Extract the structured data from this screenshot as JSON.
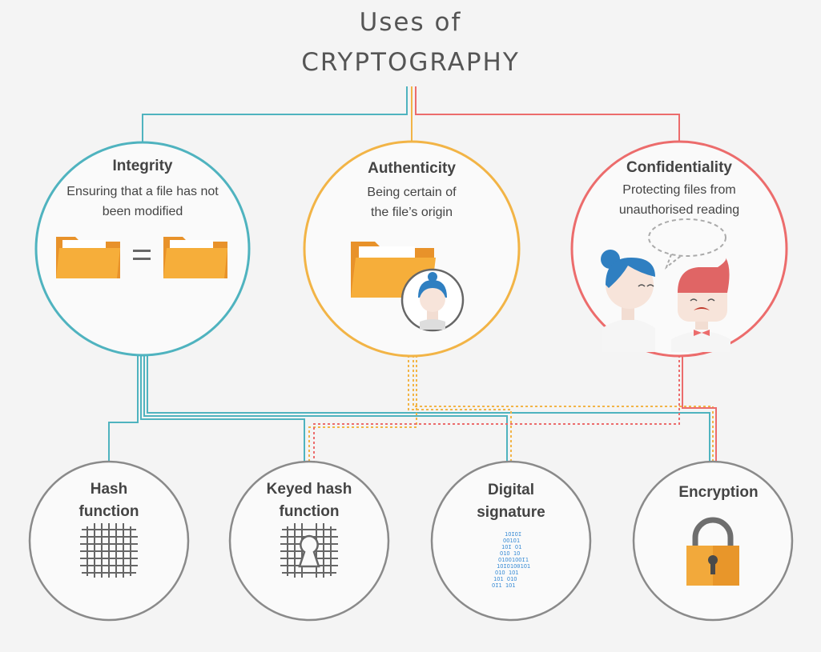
{
  "title": {
    "line1": "Uses of",
    "line2": "CRYPTOGRAPHY"
  },
  "colors": {
    "integrity": "#4fb3bf",
    "authenticity": "#f2b446",
    "confidentiality": "#ec6c6c",
    "bottom_circle": "#8a8a8a",
    "folder": "#f6ae3a",
    "lock": "#f2a93b"
  },
  "top_circles": [
    {
      "id": "integrity",
      "label": "Integrity",
      "description": "Ensuring that a file has not been modified",
      "desc_lines": [
        "Ensuring that a file has not",
        "been modified"
      ],
      "icon": "equal-folders-icon"
    },
    {
      "id": "authenticity",
      "label": "Authenticity",
      "description": "Being certain of the file’s origin",
      "desc_lines": [
        "Being certain of",
        "the file’s origin"
      ],
      "icon": "folder-with-owner-icon"
    },
    {
      "id": "confidentiality",
      "label": "Confidentiality",
      "description": "Protecting files from unauthorised reading",
      "desc_lines": [
        "Protecting files from",
        "unauthorised reading"
      ],
      "icon": "two-people-talking-icon"
    }
  ],
  "bottom_circles": [
    {
      "id": "hash",
      "label_lines": [
        "Hash",
        "function"
      ],
      "icon": "grid-icon",
      "linked_to": [
        "integrity"
      ]
    },
    {
      "id": "keyed-hash",
      "label_lines": [
        "Keyed hash",
        "function"
      ],
      "icon": "grid-keyhole-icon",
      "linked_to": [
        "integrity",
        "confidentiality"
      ]
    },
    {
      "id": "digital-signature",
      "label_lines": [
        "Digital",
        "signature"
      ],
      "icon": "binary-letter-a-icon",
      "linked_to": [
        "integrity",
        "authenticity"
      ]
    },
    {
      "id": "encryption",
      "label_lines": [
        "Encryption"
      ],
      "icon": "padlock-icon",
      "linked_to": [
        "integrity",
        "authenticity",
        "confidentiality"
      ]
    }
  ]
}
